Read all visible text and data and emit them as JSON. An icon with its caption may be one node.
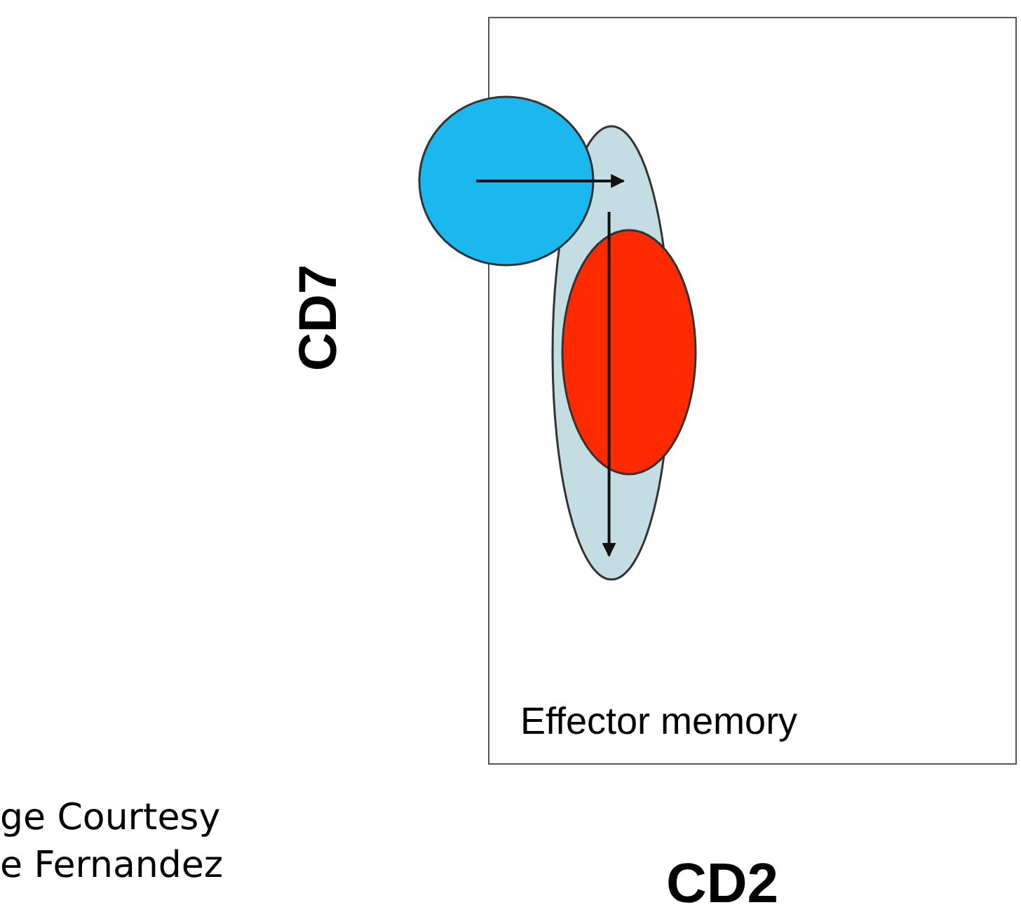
{
  "diagram": {
    "nodes": [
      {
        "text": [
          "Effector memory"
        ]
      },
      {
        "text": [],
        "shape": "ellipse"
      },
      {
        "text": [],
        "shape": "ellipse",
        "in": 0
      },
      {
        "text": [],
        "shape": "ellipse",
        "in": 2
      }
    ],
    "edges": [
      {
        "from": 1,
        "to": 2,
        "arrow": "to"
      }
    ],
    "labels": [
      "CD7",
      "ge Courtesy e Fernandez",
      "CD2"
    ]
  }
}
